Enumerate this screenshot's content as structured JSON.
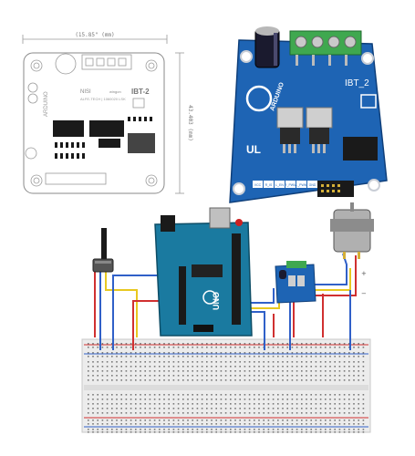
{
  "drawing": {
    "dim_width": "(15.85\" (mm)",
    "dim_height": "43.403 (mm)",
    "brand": "NISI",
    "model": "IBT-2",
    "sub": "wingon",
    "part_line": "ALFE-TECH | 1060020 LSK",
    "maker": "ARDUINO"
  },
  "board": {
    "model": "IBT_2",
    "maker": "ARDUINO",
    "pin_labels": [
      "VCC",
      "R_IS",
      "L_EN",
      "R_PWM",
      "L_PWM",
      "GND"
    ]
  },
  "uno": {
    "label": "UNO"
  },
  "colors": {
    "board_blue": "#1e64b4",
    "arduino_teal": "#1a7aa0",
    "terminal_green": "#3fa84f",
    "wire_red": "#d03030",
    "wire_yellow": "#e8c820",
    "wire_blue": "#3060c8",
    "breadboard": "#ececec"
  }
}
